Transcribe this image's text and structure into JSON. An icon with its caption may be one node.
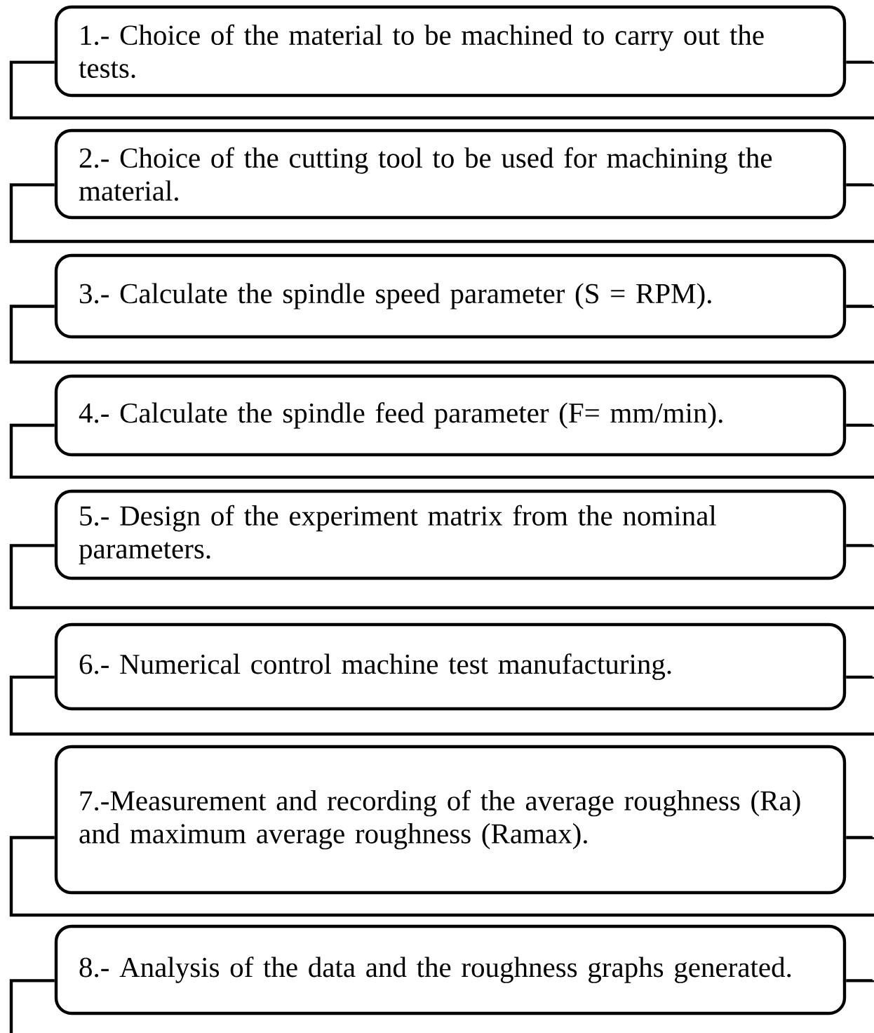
{
  "diagram": {
    "nodes": [
      {
        "text": [
          "1.- Choice of the material to be machined to carry out the tests."
        ]
      },
      {
        "text": [
          "2.- Choice of the cutting tool to be used for machining the material."
        ]
      },
      {
        "text": [
          "3.- Calculate the spindle speed parameter (S = RPM)."
        ]
      },
      {
        "text": [
          "4.- Calculate the spindle feed parameter (F= mm/min)."
        ]
      },
      {
        "text": [
          "5.- Design of the experiment matrix from the nominal parameters."
        ]
      },
      {
        "text": [
          "6.- Numerical control machine test manufacturing."
        ]
      },
      {
        "text": [
          "7.-Measurement and recording of the average roughness (Ra) and maximum average roughness (Ramax)."
        ]
      },
      {
        "text": [
          "8.- Analysis of the data and the roughness graphs generated."
        ]
      }
    ],
    "edges": [
      {
        "from": 0,
        "to": null,
        "arrow": "none"
      },
      {
        "from": 0,
        "to": null,
        "arrow": "none"
      },
      {
        "from": 1,
        "to": null,
        "arrow": "none"
      },
      {
        "from": 1,
        "to": null,
        "arrow": "none"
      },
      {
        "from": 2,
        "to": null,
        "arrow": "none"
      },
      {
        "from": 2,
        "to": null,
        "arrow": "none"
      },
      {
        "from": 3,
        "to": null,
        "arrow": "none"
      },
      {
        "from": 3,
        "to": null,
        "arrow": "none"
      },
      {
        "from": 4,
        "to": null,
        "arrow": "none"
      },
      {
        "from": 4,
        "to": null,
        "arrow": "none"
      },
      {
        "from": 5,
        "to": null,
        "arrow": "none"
      },
      {
        "from": 5,
        "to": null,
        "arrow": "none"
      },
      {
        "from": 6,
        "to": null,
        "arrow": "none"
      },
      {
        "from": 6,
        "to": null,
        "arrow": "none"
      },
      {
        "from": 7,
        "to": null,
        "arrow": "none"
      },
      {
        "from": 7,
        "to": null,
        "arrow": "none"
      }
    ]
  }
}
